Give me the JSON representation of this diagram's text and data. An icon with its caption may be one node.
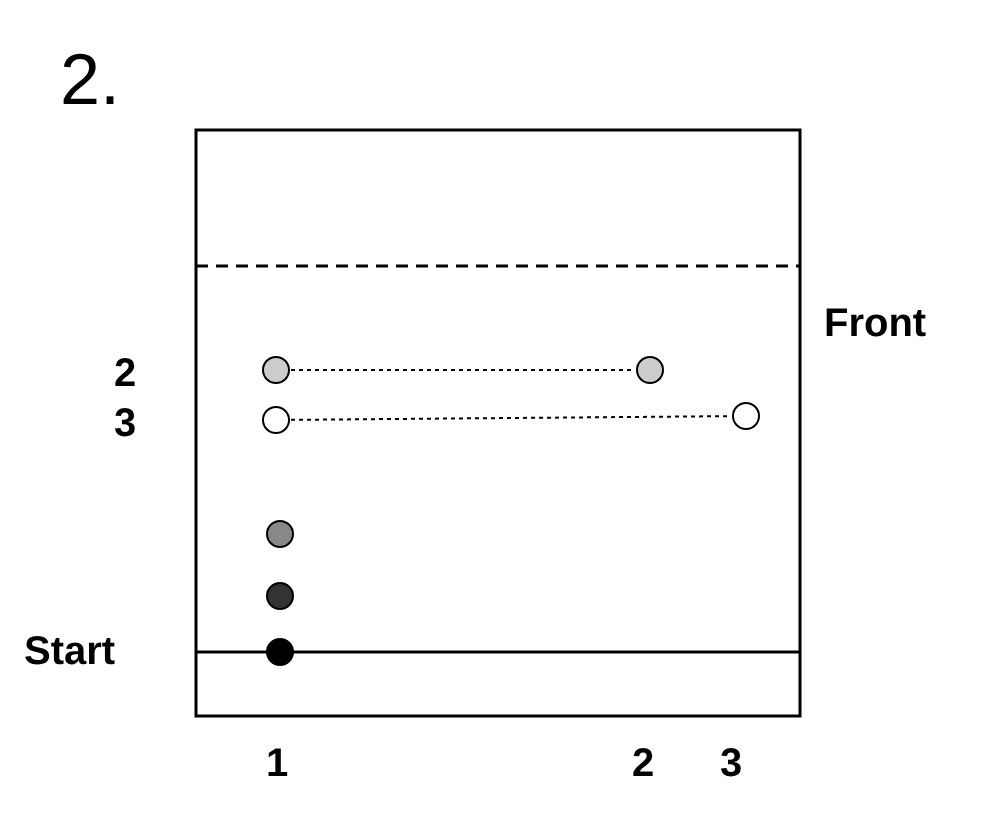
{
  "diagram": {
    "nodes": [
      {
        "text": [],
        "shape": "circle"
      },
      {
        "text": [],
        "shape": "circle"
      },
      {
        "text": [],
        "shape": "circle"
      },
      {
        "text": [],
        "shape": "circle"
      },
      {
        "text": [],
        "shape": "circle"
      },
      {
        "text": [],
        "shape": "circle"
      },
      {
        "text": [],
        "shape": "circle"
      }
    ],
    "edges": [
      {
        "from": 0,
        "to": 1,
        "arrow": "none",
        "style": "dashed"
      },
      {
        "from": 2,
        "to": 3,
        "arrow": "none",
        "style": "dashed"
      }
    ],
    "labels": [
      "2.",
      "Front",
      "2",
      "3",
      "Start",
      "1",
      "2",
      "3"
    ]
  }
}
